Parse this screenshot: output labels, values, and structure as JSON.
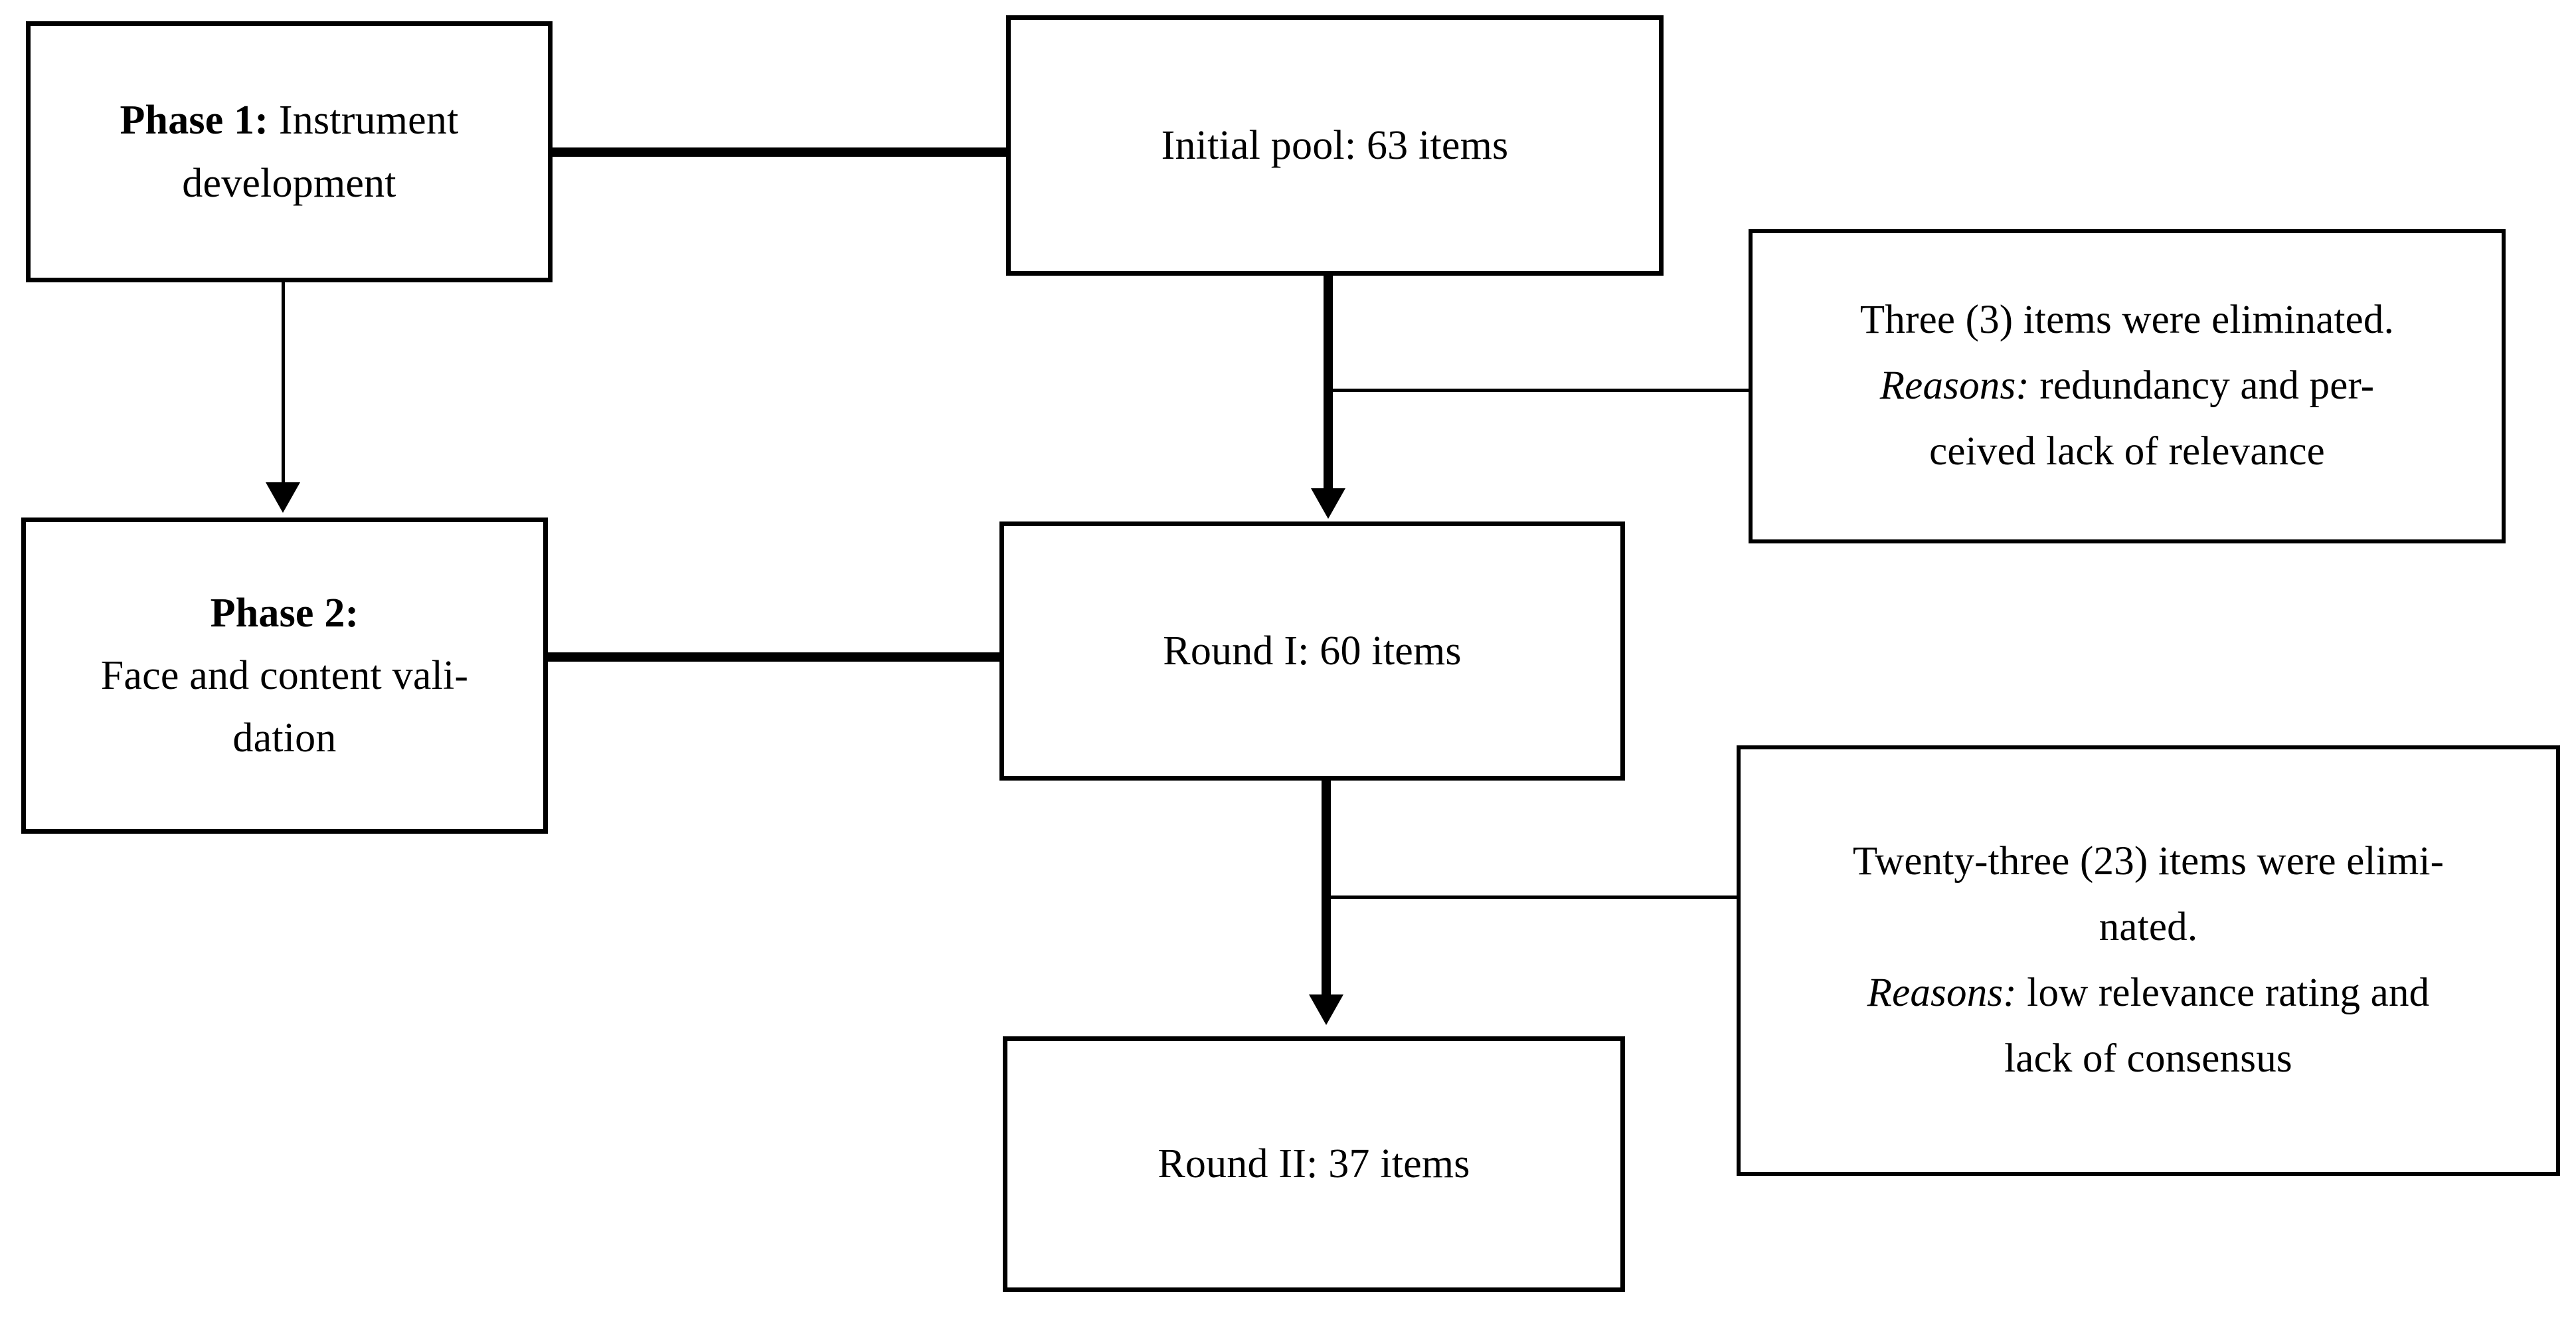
{
  "diagram": {
    "title": "Instrument development and validation flowchart",
    "accent_color": "#000000",
    "background_color": "#ffffff",
    "nodes": {
      "phase1": {
        "label_bold": "Phase 1:",
        "label_rest": " Instrument",
        "line2": "development"
      },
      "initial_pool": {
        "line1": "Initial pool: 63 items"
      },
      "note1": {
        "line1": "Three (3) items were eliminated.",
        "line2_lead": "Reasons:",
        "line2_rest": " redundancy and per-",
        "line3": "ceived lack of relevance"
      },
      "phase2": {
        "label_bold": "Phase 2:",
        "line2": "Face and content vali-",
        "line3": "dation"
      },
      "round1": {
        "line1": "Round I: 60 items"
      },
      "note2": {
        "line1": "Twenty-three (23) items were elimi-",
        "line2": "nated.",
        "line3_lead": "Reasons:",
        "line3_rest": " low relevance rating and",
        "line4": "lack of consensus"
      },
      "round2": {
        "line1": "Round II: 37 items"
      }
    },
    "connectors": [
      {
        "name": "phase1-to-initial-pool",
        "style": "thick-horizontal"
      },
      {
        "name": "phase1-to-phase2",
        "style": "thin-vertical-arrow"
      },
      {
        "name": "initial-pool-to-round1",
        "style": "thick-vertical-arrow"
      },
      {
        "name": "note1-to-initial-pool-stem",
        "style": "thin-horizontal"
      },
      {
        "name": "phase2-to-round1",
        "style": "thick-horizontal"
      },
      {
        "name": "round1-to-round2",
        "style": "thick-vertical-arrow"
      },
      {
        "name": "note2-to-round1-stem",
        "style": "thin-horizontal"
      }
    ]
  }
}
